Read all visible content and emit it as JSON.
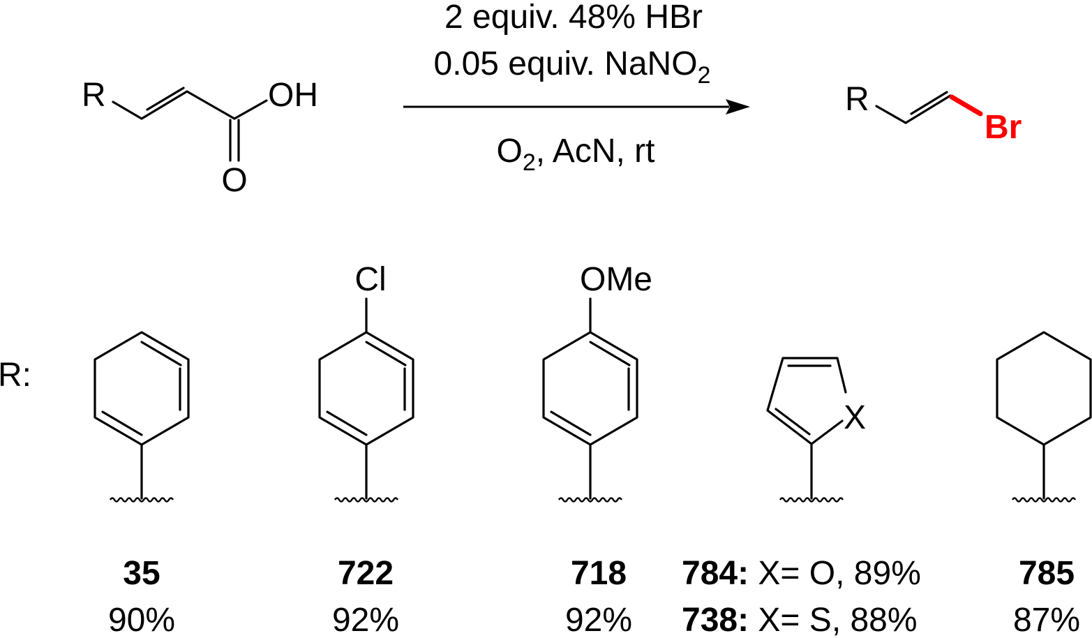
{
  "conditions": {
    "line1": "2 equiv. 48% HBr",
    "line2_main": "0.05 equiv. NaNO",
    "line2_sub": "2",
    "line3_o": "O",
    "line3_sub": "2",
    "line3_rest": ", AcN, rt"
  },
  "reactant": {
    "r_label": "R",
    "oh_label": "OH",
    "o_label": "O"
  },
  "product": {
    "r_label": "R",
    "br_label": "Br",
    "br_color": "#ff0000"
  },
  "substituent_header": "R:",
  "substituents": [
    {
      "compound": "35",
      "yield": "90%"
    },
    {
      "compound": "722",
      "yield": "92%",
      "para_group": "Cl"
    },
    {
      "compound": "718",
      "yield": "92%",
      "para_group": "OMe"
    },
    {
      "heteroatom": "X",
      "entries": [
        {
          "compound": "784:",
          "detail": " X= O, 89%"
        },
        {
          "compound": "738:",
          "detail": " X= S, 88%"
        }
      ]
    },
    {
      "compound": "785",
      "yield": "87%"
    }
  ]
}
